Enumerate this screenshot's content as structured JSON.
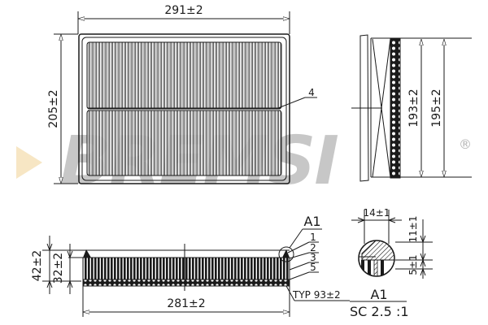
{
  "drawing": {
    "title": "Air filter panel technical drawing",
    "colors": {
      "line": "#1a1a1a",
      "watermark": "#9a9a9a",
      "logo_triangle": "#f7e6c4",
      "registered_mark": "#b5b5b5"
    },
    "watermark": {
      "brand": "BREMSI",
      "registered": "®"
    },
    "top_view": {
      "width_dim": "291±2",
      "height_dim": "205±2",
      "callout_4": "4"
    },
    "side_view": {
      "inner_height_dim": "193±2",
      "outer_height_dim": "195±2"
    },
    "section_view": {
      "total_height_dim": "42±2",
      "media_height_dim": "32±2",
      "length_dim": "281±2",
      "detail_ref": "A1",
      "callouts": [
        "1",
        "2",
        "3",
        "5"
      ],
      "typ_note": "TYP 93±2"
    },
    "detail_view": {
      "width_dim": "14±1",
      "upper_height_dim": "11±1",
      "lower_height_dim": "5±1",
      "label": "A1",
      "scale": "SC 2.5 :1"
    }
  }
}
